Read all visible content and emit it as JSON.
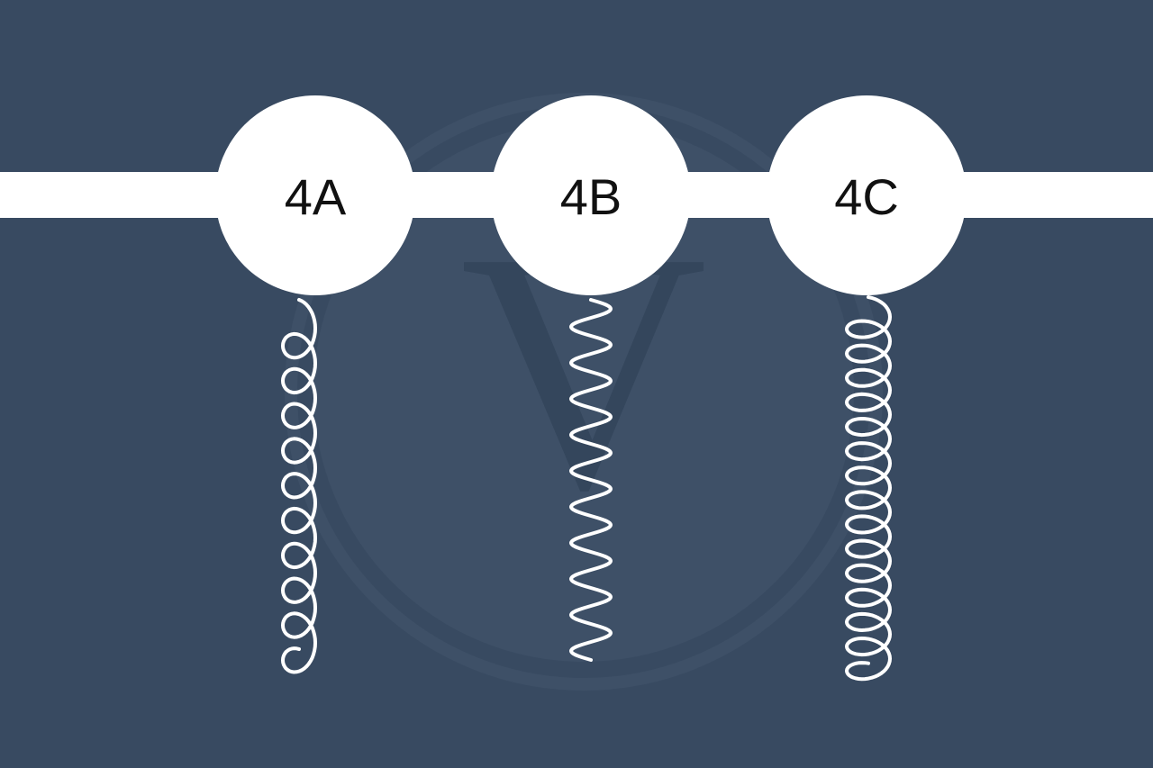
{
  "colors": {
    "background": "#384a61",
    "watermark": "#3e5067",
    "watermark_letter": "#34465c",
    "bar": "#ffffff",
    "node_fill": "#ffffff",
    "label": "#111111",
    "strand": "#ffffff"
  },
  "watermark": {
    "letter": "V"
  },
  "nodes": [
    {
      "label": "4A",
      "pattern": "s-coil",
      "coil_count": 10
    },
    {
      "label": "4B",
      "pattern": "zigzag",
      "coil_count": 10
    },
    {
      "label": "4C",
      "pattern": "tight-coil",
      "coil_count": 15
    }
  ]
}
